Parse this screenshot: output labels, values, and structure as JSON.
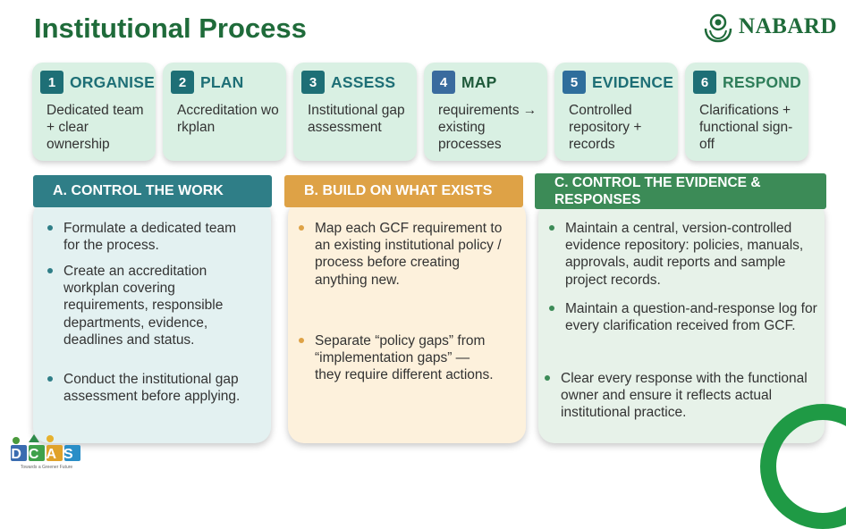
{
  "title": "Institutional Process",
  "brand": "NABARD",
  "steps": [
    {
      "num": "1",
      "title": "ORGANISE",
      "desc": "Dedicated team + clear ownership"
    },
    {
      "num": "2",
      "title": "PLAN",
      "desc": "Accreditation workplan"
    },
    {
      "num": "3",
      "title": "ASSESS",
      "desc": "Institutional gap assessment"
    },
    {
      "num": "4",
      "title": "MAP",
      "desc": "requirements → existing processes"
    },
    {
      "num": "5",
      "title": "EVIDENCE",
      "desc": "Controlled repository + records"
    },
    {
      "num": "6",
      "title": "RESPOND",
      "desc": "Clarifications + functional sign-off"
    }
  ],
  "panels": [
    {
      "header": "A. CONTROL THE WORK",
      "bullets": [
        "Formulate a dedicated team for the process.",
        "Create an accreditation workplan covering requirements, responsible departments, evidence, deadlines and status.",
        "Conduct the institutional gap assessment before applying."
      ]
    },
    {
      "header": "B. BUILD ON WHAT EXISTS",
      "bullets": [
        "Map each GCF requirement to an existing institutional policy / process before creating anything new.",
        "Separate “policy gaps” from “implementation gaps” — they require different actions."
      ]
    },
    {
      "header": "C. CONTROL THE EVIDENCE & RESPONSES",
      "bullets": [
        "Maintain a central, version-controlled evidence repository: policies, manuals, approvals, audit reports and sample project records.",
        "Maintain a question-and-response log for every clarification received from GCF.",
        "Clear every response with the functional owner and ensure it reflects actual institutional practice."
      ]
    }
  ],
  "footer_logo": "DCAS",
  "footer_tagline": "Towards a Greener Future",
  "colors": {
    "green": "#1f6b3a",
    "step_bg": "#d9f0e3",
    "teal": "#2f7e87",
    "orange": "#dea246",
    "mid_green": "#3c8b57",
    "step_num": "#1e6f76"
  }
}
